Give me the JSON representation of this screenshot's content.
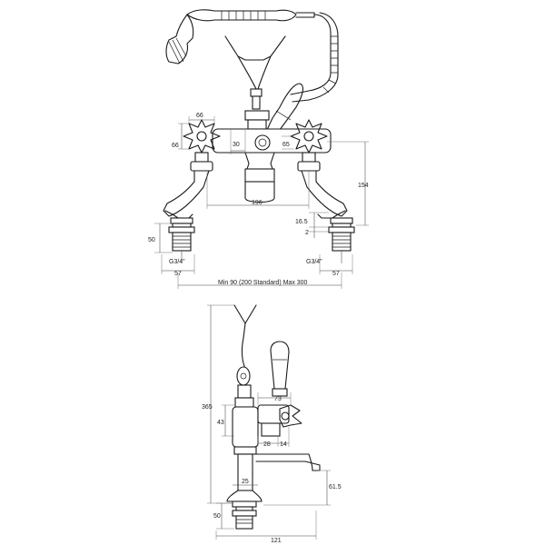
{
  "front_view": {
    "dimensions": {
      "handle_width_left": "66",
      "handle_height_left": "66",
      "body_width": "30",
      "handle_height_right": "65",
      "total_height": "154",
      "centre_distance": "196",
      "leg_offset": "16.5",
      "leg_gap": "2",
      "tail_height": "50",
      "thread_left": "G3/4\"",
      "thread_right": "G3/4\"",
      "tail_width_left": "57",
      "tail_width_right": "57",
      "centre_range": "Min 90 (200 Standard) Max 300"
    }
  },
  "side_view": {
    "dimensions": {
      "overall_height": "365",
      "lever_projection": "73",
      "body_height": "43",
      "inlet_offset_a": "28",
      "inlet_offset_b": "14",
      "spout_height": "61.5",
      "column_width": "25",
      "tail_height": "50",
      "overall_depth": "121"
    }
  }
}
